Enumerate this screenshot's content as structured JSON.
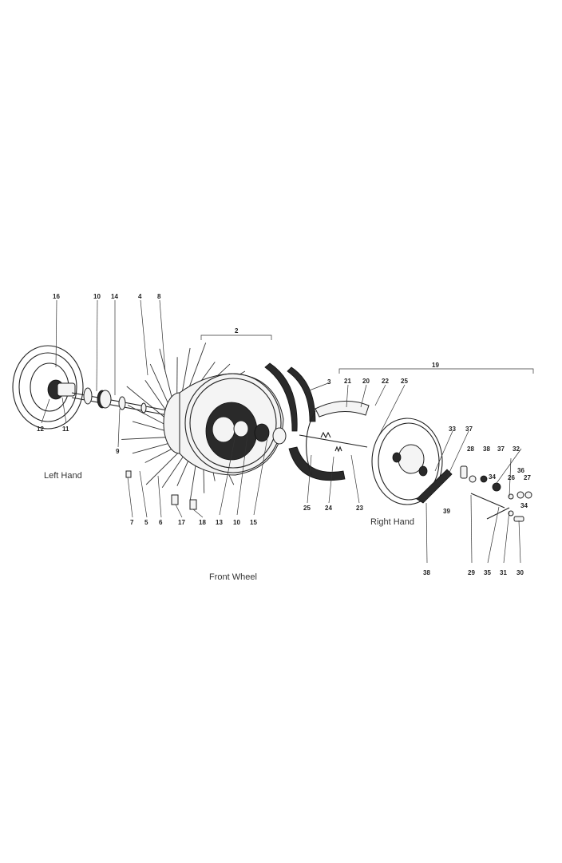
{
  "captions": {
    "left_hand": "Left Hand",
    "right_hand": "Right Hand",
    "front_wheel": "Front Wheel"
  },
  "callouts": {
    "c16": "16",
    "c10a": "10",
    "c14": "14",
    "c4": "4",
    "c8": "8",
    "c2": "2",
    "c3": "3",
    "c19": "19",
    "c21": "21",
    "c20": "20",
    "c22": "22",
    "c25a": "25",
    "c12": "12",
    "c11": "11",
    "c9": "9",
    "c7": "7",
    "c5": "5",
    "c6": "6",
    "c17": "17",
    "c18": "18",
    "c13": "13",
    "c10b": "10",
    "c15": "15",
    "c25b": "25",
    "c24": "24",
    "c23": "23",
    "c33": "33",
    "c37a": "37",
    "c28": "28",
    "c38a": "38",
    "c37b": "37",
    "c32": "32",
    "c34a": "34",
    "c36": "36",
    "c26": "26",
    "c27": "27",
    "c34b": "34",
    "c39": "39",
    "c38b": "38",
    "c29": "29",
    "c35": "35",
    "c31": "31",
    "c30": "30"
  }
}
